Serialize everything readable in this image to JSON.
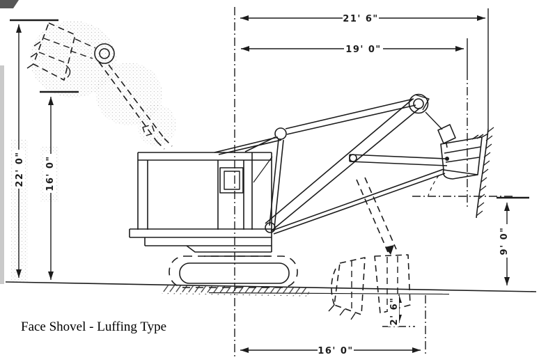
{
  "caption": "Face Shovel - Luffing Type",
  "dimensions": {
    "max_reach": "21' 6\"",
    "dump_reach": "19' 0\"",
    "max_height": "22' 0\"",
    "dump_height": "16' 0\"",
    "bank_level_height": "9' 0\"",
    "ground_radius": "16' 0\"",
    "dig_depth": "2' 6\""
  },
  "colors": {
    "ink": "#1c1c1c",
    "paper": "#ffffff"
  }
}
